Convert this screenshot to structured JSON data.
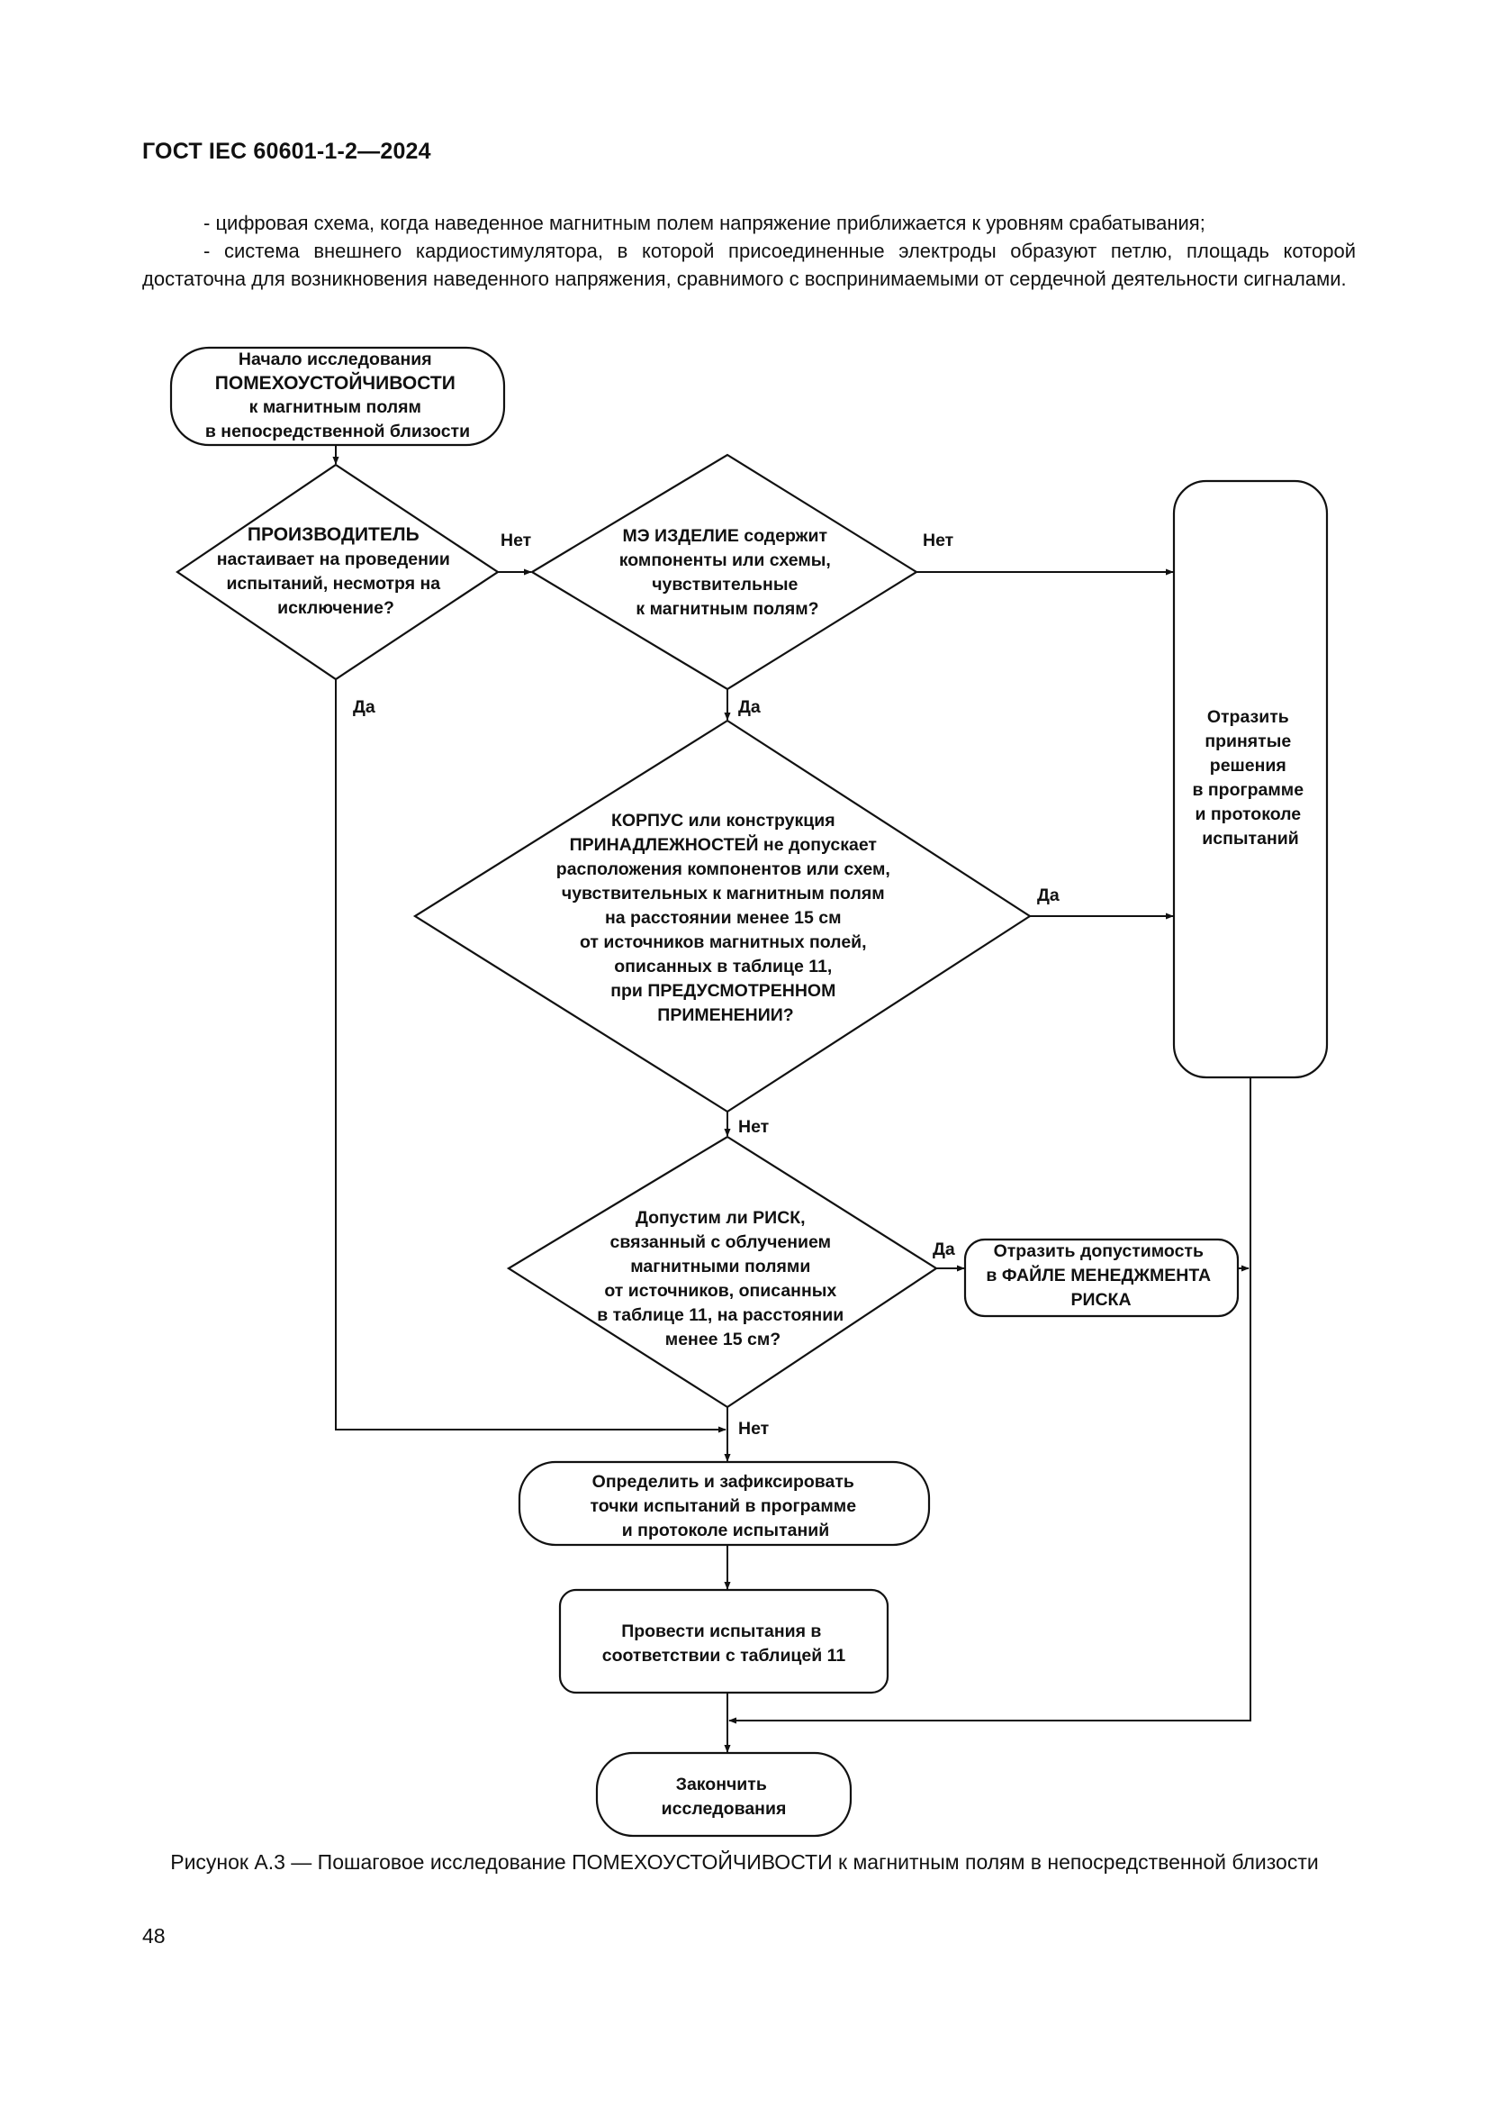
{
  "header": {
    "title": "ГОСТ IEC 60601-1-2—2024"
  },
  "intro": {
    "para1": "- цифровая схема, когда наведенное магнитным полем напряжение приближается к уровням срабатывания;",
    "para2": "- система внешнего кардиостимулятора, в которой присоединенные электроды образуют петлю, площадь которой достаточна для возникновения наведенного напряжения, сравнимого с воспринимаемыми от сердечной деятельности сигналами."
  },
  "flowchart": {
    "nodes": {
      "start": [
        "Начало исследования",
        "ПОМЕХОУСТОЙЧИВОСТИ",
        "к магнитным полям",
        "в непосредственной близости"
      ],
      "d1": [
        "ПРОИЗВОДИТЕЛЬ",
        "настаивает на проведении",
        "испытаний, несмотря на",
        "исключение?"
      ],
      "d2": [
        "МЭ ИЗДЕЛИЕ содержит",
        "компоненты или схемы,",
        "чувствительные",
        "к магнитным полям?"
      ],
      "reflect": [
        "Отразить",
        "принятые",
        "решения",
        "в программе",
        "и протоколе",
        "испытаний"
      ],
      "d3": [
        "КОРПУС или конструкция",
        "ПРИНАДЛЕЖНОСТЕЙ не допускает",
        "расположения компонентов или схем,",
        "чувствительных к магнитным полям",
        "на расстоянии менее 15 см",
        "от источников магнитных полей,",
        "описанных в таблице 11,",
        "при ПРЕДУСМОТРЕННОМ",
        "ПРИМЕНЕНИИ?"
      ],
      "d4": [
        "Допустим ли РИСК,",
        "связанный с облучением",
        "магнитными полями",
        "от источников, описанных",
        "в таблице 11, на расстоянии",
        "менее 15 см?"
      ],
      "risk": [
        "Отразить допустимость",
        "в ФАЙЛЕ МЕНЕДЖМЕНТА",
        "РИСКА"
      ],
      "define": [
        "Определить и зафиксировать",
        "точки испытаний в программе",
        "и протоколе испытаний"
      ],
      "test": [
        "Провести испытания в",
        "соответствии с таблицей 11"
      ],
      "end": [
        "Закончить",
        "исследования"
      ]
    },
    "labels": {
      "d1_no": "Нет",
      "d2_no": "Нет",
      "d1_yes": "Да",
      "d2_yes": "Да",
      "d3_yes": "Да",
      "d3_no": "Нет",
      "d4_yes": "Да",
      "d4_no": "Нет"
    }
  },
  "caption": "Рисунок А.3 — Пошаговое исследование ПОМЕХОУСТОЙЧИВОСТИ к магнитным полям в непосредственной близости",
  "page_number": "48"
}
